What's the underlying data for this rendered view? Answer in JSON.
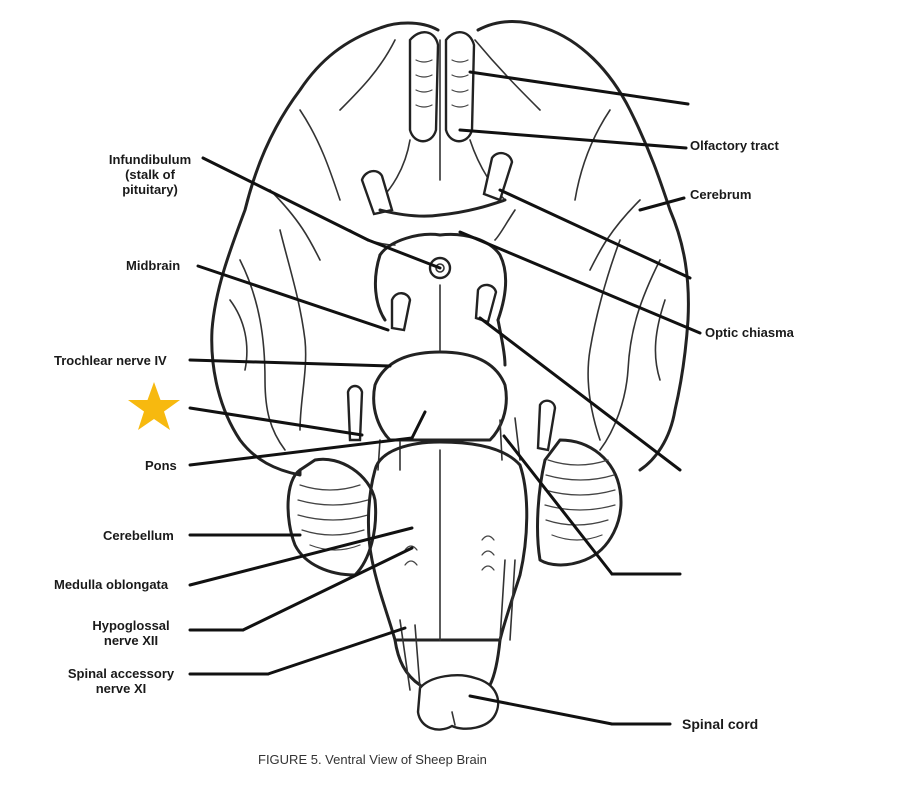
{
  "labels": {
    "infundibulum": [
      "Infundibulum",
      "(stalk of",
      "pituitary)"
    ],
    "midbrain": "Midbrain",
    "trochlear": "Trochlear nerve IV",
    "pons": "Pons",
    "cerebellum": "Cerebellum",
    "medulla": "Medulla oblongata",
    "hypoglossal": [
      "Hypoglossal",
      "nerve XII"
    ],
    "spinal_accessory": [
      "Spinal accessory",
      "nerve XI"
    ],
    "olfactory_tract": "Olfactory tract",
    "cerebrum": "Cerebrum",
    "optic_chiasma": "Optic chiasma",
    "spinal_cord": "Spinal cord"
  },
  "caption": "FIGURE 5.  Ventral View of Sheep Brain",
  "colors": {
    "star": "#f7b90f",
    "ink": "#222222"
  },
  "icons": {
    "marker": "star-icon"
  }
}
